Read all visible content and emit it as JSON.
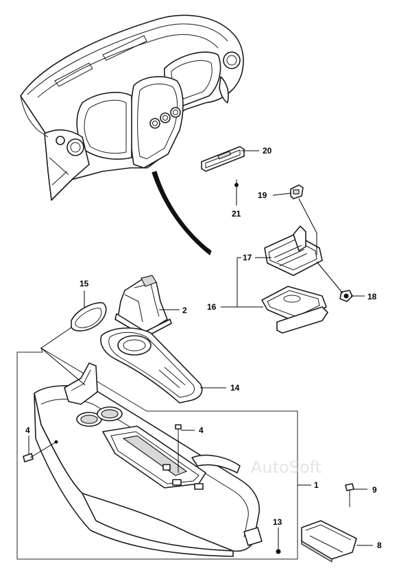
{
  "watermark": "AutoSoft",
  "callouts": {
    "c1": "1",
    "c2": "2",
    "c4a": "4",
    "c4b": "4",
    "c8": "8",
    "c9": "9",
    "c13": "13",
    "c14": "14",
    "c15": "15",
    "c16": "16",
    "c17": "17",
    "c18": "18",
    "c19": "19",
    "c20": "20",
    "c21": "21"
  }
}
